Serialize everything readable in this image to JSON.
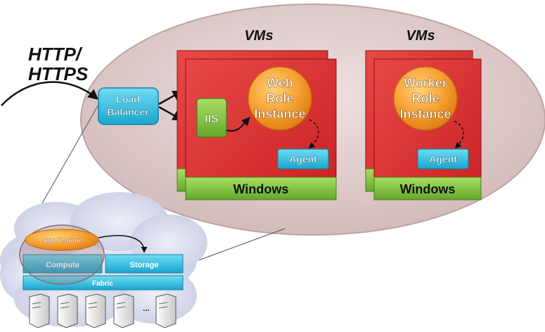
{
  "protocol": {
    "line1": "HTTP/",
    "line2": "HTTPS"
  },
  "load_balancer": {
    "line1": "Load",
    "line2": "Balancer"
  },
  "vm_groups": [
    {
      "title": "VMs",
      "iis": "IIS",
      "role": {
        "line1": "Web",
        "line2": "Role",
        "line3": "Instance"
      },
      "agent": "Agent",
      "os": "Windows"
    },
    {
      "title": "VMs",
      "role": {
        "line1": "Worker",
        "line2": "Role",
        "line3": "Instance"
      },
      "agent": "Agent",
      "os": "Windows"
    }
  ],
  "cloud": {
    "application": "Application",
    "compute": "Compute",
    "storage": "Storage",
    "fabric": "Fabric",
    "ellipsis": "..."
  }
}
